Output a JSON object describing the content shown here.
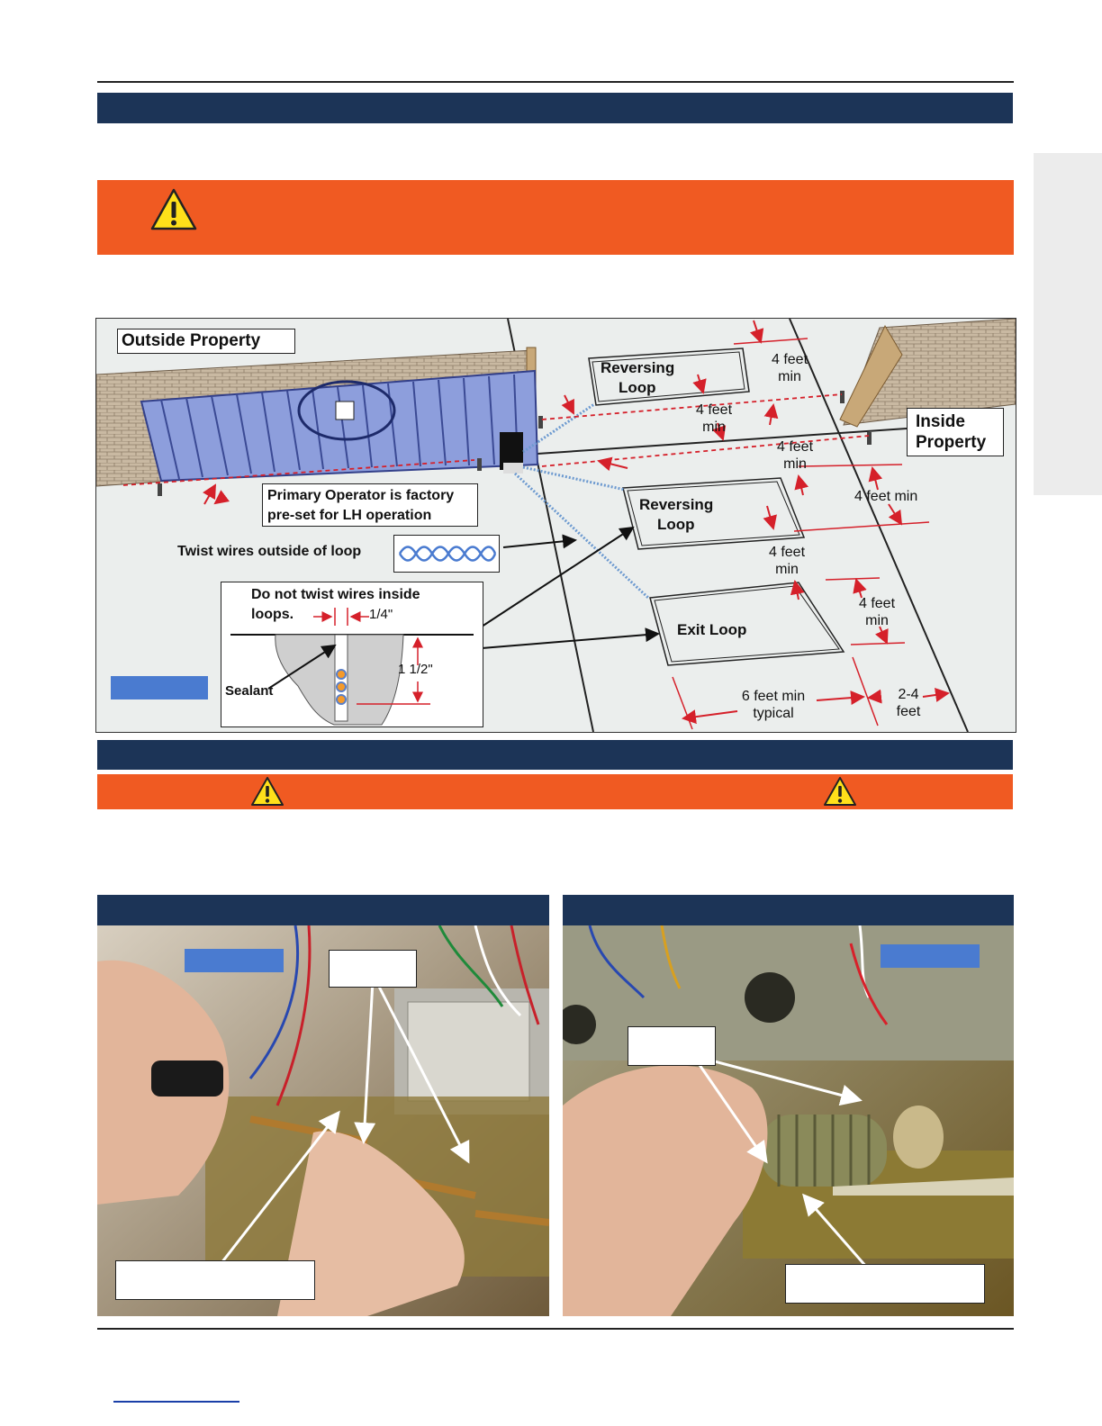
{
  "diagram": {
    "outside_property": "Outside Property",
    "inside_property": "Inside Property",
    "reversing_loop_top_1": "Reversing",
    "reversing_loop_top_2": "Loop",
    "reversing_loop_mid_1": "Reversing",
    "reversing_loop_mid_2": "Loop",
    "exit_loop": "Exit Loop",
    "dim_4ft_a": "4 feet",
    "dim_min_a": "min",
    "dim_4ft_b": "4 feet",
    "dim_min_b": "min",
    "dim_4ft_c": "4 feet",
    "dim_min_c": "min",
    "dim_4ft_min_d": "4 feet min",
    "dim_4ft_e": "4 feet",
    "dim_min_e": "min",
    "dim_4ft_f": "4 feet",
    "dim_min_f": "min",
    "dim_6ft_1": "6 feet min",
    "dim_6ft_2": "typical",
    "dim_24_1": "2-4",
    "dim_24_2": "feet",
    "primary_operator_1": "Primary Operator is factory",
    "primary_operator_2": "pre-set for LH operation",
    "twist_outside": "Twist wires outside of loop",
    "no_twist_1": "Do not twist wires inside",
    "no_twist_2": "loops.",
    "quarter_inch": "1/4\"",
    "inch_half": "1 1/2\"",
    "sealant": "Sealant"
  },
  "colors": {
    "navy": "#1c3457",
    "orange": "#f05a22",
    "blue_tag": "#4a7bd0"
  },
  "icons": [
    "warning-icon",
    "warning-icon",
    "warning-icon"
  ]
}
